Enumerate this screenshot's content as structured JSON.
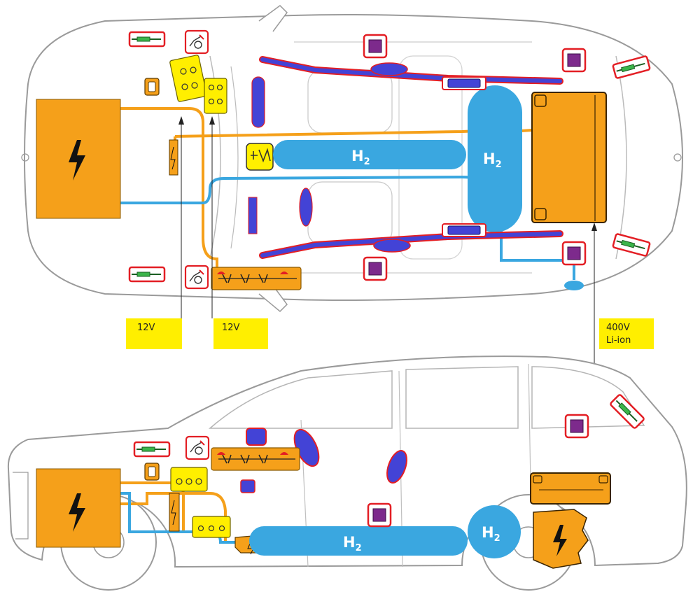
{
  "labels": {
    "battery_12v_a": "12V",
    "battery_12v_b": "12V",
    "battery_hv_line1": "400V",
    "battery_hv_line2": "Li-ion"
  },
  "hydrogen": {
    "symbol": "H",
    "subscript": "2"
  },
  "colors": {
    "high_voltage": "#f5a01a",
    "hydrogen": "#3aa7e0",
    "label_bg": "#ffef00",
    "airbag_frame": "#e31e24",
    "curtain_blue": "#4343d6",
    "sensor_purple": "#7d2a8c",
    "strut_green": "#3bb44a",
    "outline": "#9a9a9a"
  }
}
